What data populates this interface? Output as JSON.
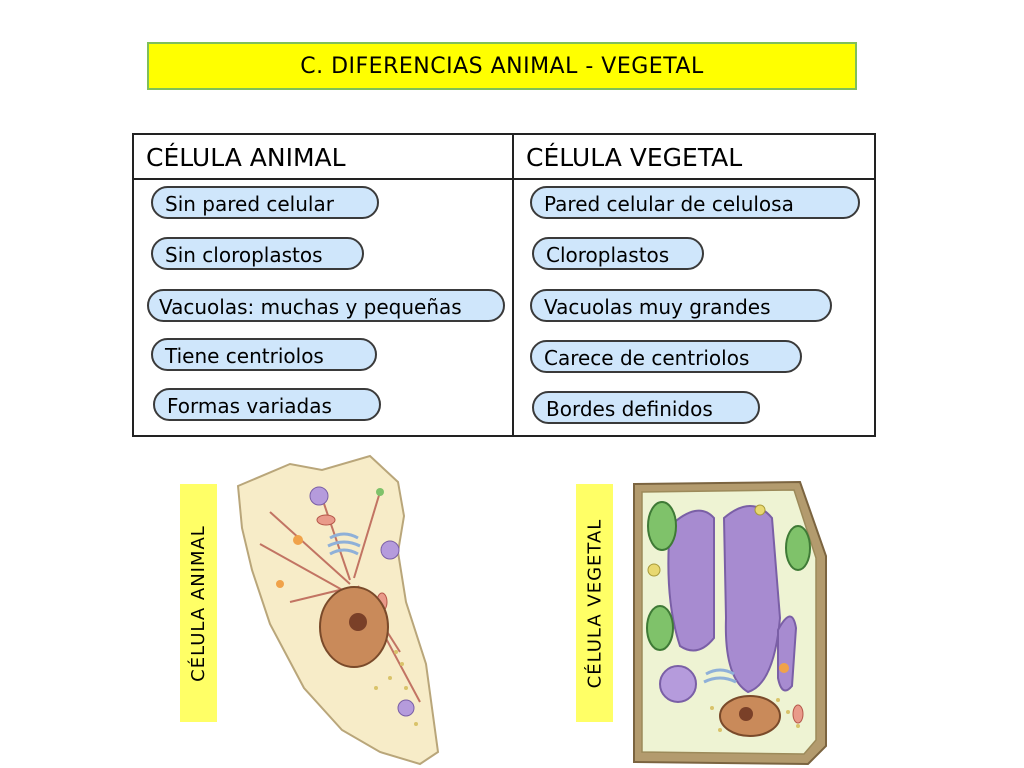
{
  "title": "C. DIFERENCIAS ANIMAL - VEGETAL",
  "table": {
    "animal_header": "CÉLULA ANIMAL",
    "plant_header": "CÉLULA VEGETAL",
    "animal_items": [
      "Sin pared celular",
      "Sin cloroplastos",
      "Vacuolas: muchas y pequeñas",
      "Tiene centriolos",
      "Formas variadas"
    ],
    "plant_items": [
      "Pared celular de celulosa",
      "Cloroplastos",
      "Vacuolas muy grandes",
      "Carece de centriolos",
      "Bordes definidos"
    ]
  },
  "figures": {
    "animal_label": "CÉLULA ANIMAL",
    "plant_label": "CÉLULA VEGETAL",
    "animal_icon": "animal-cell-illustration",
    "plant_icon": "plant-cell-illustration"
  },
  "colors": {
    "title_bg": "#ffff00",
    "pill_bg": "#cfe6fb",
    "label_bg": "#ffff66",
    "cytoplasm_animal": "#f7ecc8",
    "vacuole": "#a78bd0",
    "nucleus": "#c98a5a",
    "chloroplast": "#7fc26a"
  }
}
